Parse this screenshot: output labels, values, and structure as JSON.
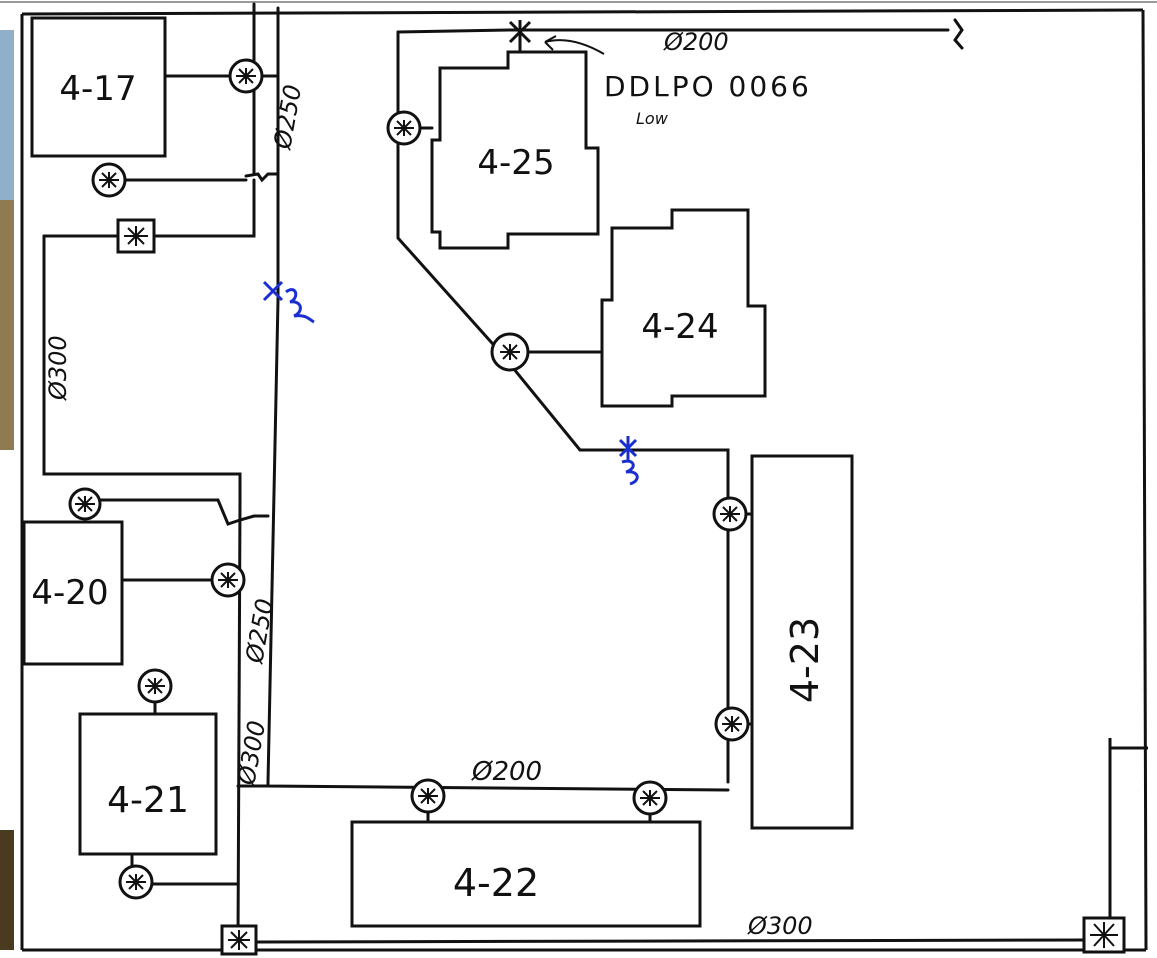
{
  "colors": {
    "ink": "#111111",
    "annotation": "#1a2fd0",
    "photo_sky": "#8fb0c8",
    "photo_grass": "#8f7a52",
    "photo_dark": "#4a3a20"
  },
  "buildings": {
    "b417": "4-17",
    "b420": "4-20",
    "b421": "4-21",
    "b422": "4-22",
    "b423": "4-23",
    "b424": "4-24",
    "b425": "4-25"
  },
  "pipes": {
    "top_right": "Ø200",
    "left_vertical_upper": "Ø250",
    "left_main": "Ø300",
    "left_vertical_lower": "Ø250",
    "left_bottom": "Ø300",
    "bottom_middle": "Ø200",
    "bottom_right": "Ø300"
  },
  "notes": {
    "main": "DDLPO 0066",
    "sub": "Low"
  },
  "icons": {
    "valve_circle": "valve-circle-icon",
    "valve_square": "valve-square-icon",
    "damage_mark": "damage-mark-icon"
  }
}
